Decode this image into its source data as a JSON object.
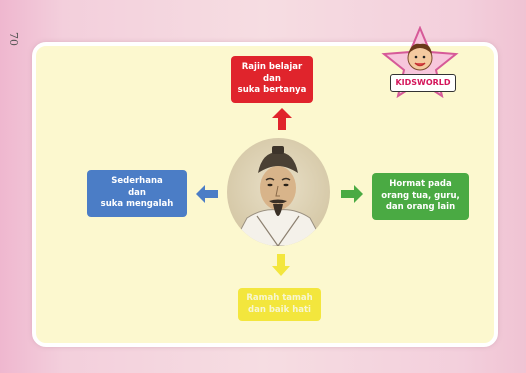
{
  "page": {
    "number": "70"
  },
  "diagram": {
    "top_box": {
      "text": "Rajin belajar\ndan\nsuka bertanya",
      "color": "#e0242c"
    },
    "left_box": {
      "text": "Sederhana\ndan\nsuka mengalah",
      "color": "#4b7dc6"
    },
    "right_box": {
      "text": "Hormat pada\norang tua, guru,\ndan orang lain",
      "color": "#4aaa43"
    },
    "bottom_box": {
      "text": "Ramah tamah\ndan baik hati",
      "color": "#f3e63d"
    },
    "center_image": "confucius-portrait"
  },
  "logo": {
    "banner_text": "KIDSWORLD"
  }
}
